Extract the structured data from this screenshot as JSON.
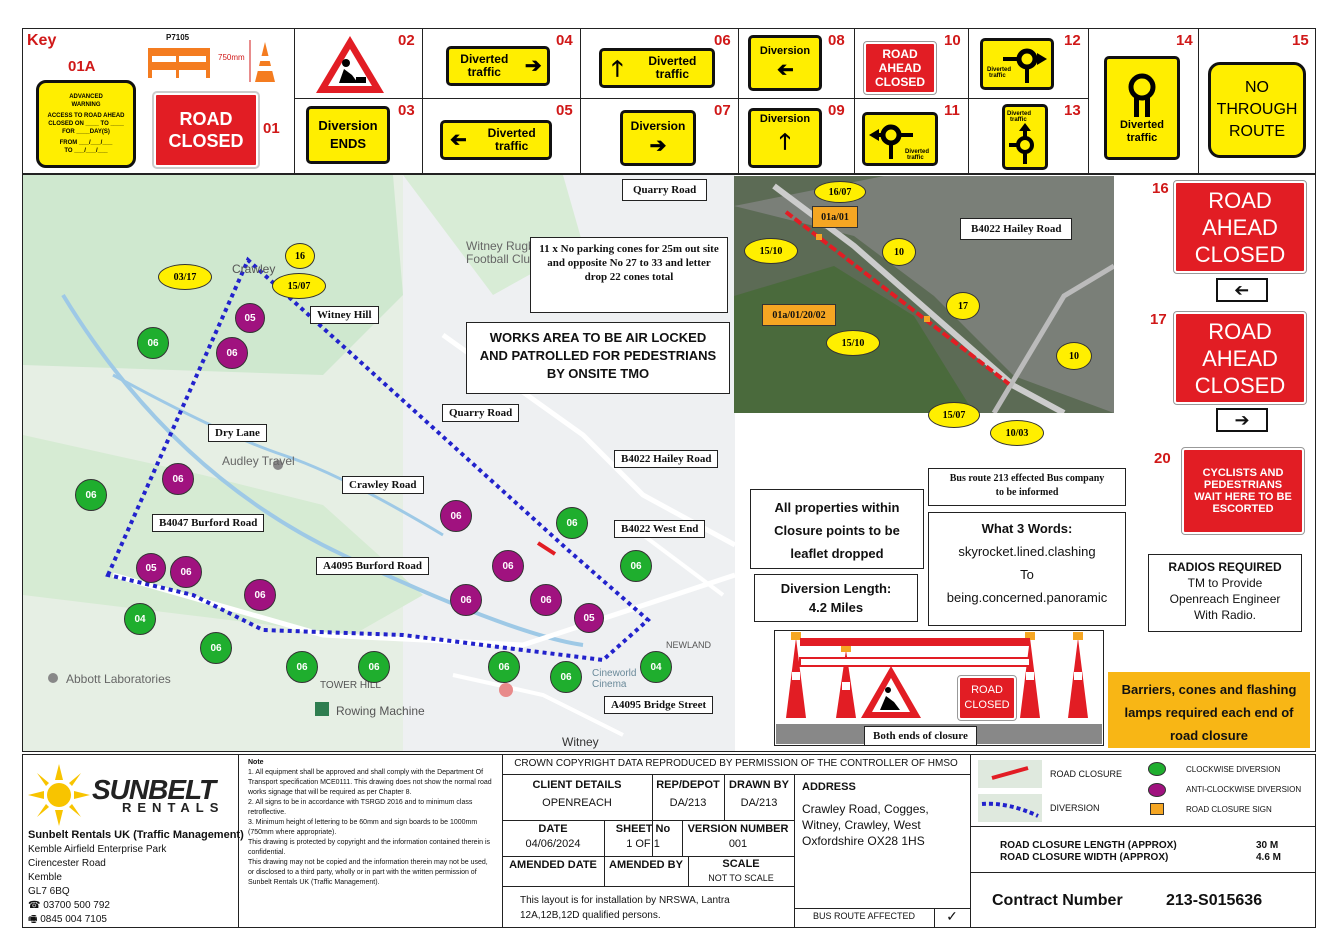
{
  "key": {
    "title": "Key",
    "n01a": "01A",
    "advance_sign": [
      "ADVANCED",
      "WARNING",
      "ACCESS TO ROAD AHEAD",
      "CLOSED ON ____ TO ____",
      "FOR ____DAY(S)",
      "FROM ___/___/___",
      "TO ___/___/___"
    ],
    "barrier_code": "P7105",
    "barrier_height": "750mm",
    "n01": "01",
    "road_closed": "ROAD CLOSED",
    "n02": "02",
    "n03": "03",
    "diversion_ends": "Diversion ENDS",
    "n04": "04",
    "n05": "05",
    "diverted_traffic": "Diverted traffic",
    "n06": "06",
    "n07": "07",
    "diversion": "Diversion",
    "n08": "08",
    "n09": "09",
    "n10": "10",
    "road_ahead_closed": "ROAD AHEAD CLOSED",
    "n11": "11",
    "n12": "12",
    "n13": "13",
    "n14": "14",
    "n15": "15",
    "no_through_route": "NO THROUGH ROUTE"
  },
  "map": {
    "labels": {
      "witney_hill": "Witney Hill",
      "dry_lane": "Dry Lane",
      "quarry_road": "Quarry Road",
      "crawley_road": "Crawley Road",
      "b4022_hailey": "B4022  Hailey Road",
      "b4022_west_end": "B4022  West End",
      "b4047": "B4047 Burford Road",
      "a4095_burford": "A4095 Burford Road",
      "a4095_bridge": "A4095 Bridge Street",
      "both_ends": "Both ends of closure"
    },
    "place_names": {
      "crawley": "Crawley",
      "rugby": "Witney Rugby Football Club",
      "audley": "Audley Travel",
      "abbott": "Abbott Laboratories",
      "tower_hill": "TOWER HILL",
      "rowing": "Rowing Machine",
      "witney": "Witney",
      "newland": "NEWLAND",
      "cinema": "Cineworld Cinema"
    },
    "cones_note": "11 x No parking cones for 25m out site and opposite No 27 to 33 and letter drop 22 cones total",
    "works_area": "WORKS AREA TO BE AIR LOCKED AND PATROLLED FOR PEDESTRIANS BY ONSITE TMO",
    "bubbles": {
      "b0317": "03/17",
      "b16": "16",
      "b1507": "15/07",
      "b05": "05",
      "b06": "06",
      "b04": "04"
    }
  },
  "inset": {
    "quarry": "Quarry Road",
    "hailey": "B4022  Hailey Road",
    "b1607": "16/07",
    "b01a01": "01a/01",
    "b1510": "15/10",
    "b10": "10",
    "b01a": "01a/01/20/02",
    "b17": "17",
    "b1510b": "15/10",
    "b10b": "10",
    "b1507": "15/07",
    "b1003": "10/03"
  },
  "right_signs": {
    "n16": "16",
    "n17": "17",
    "n20": "20",
    "rac": "ROAD AHEAD CLOSED",
    "cyclists": "CYCLISTS AND PEDESTRIANS WAIT HERE TO BE ESCORTED"
  },
  "info": {
    "properties": "All properties within Closure points to be leaflet dropped",
    "bus": "Bus route 213 effected Bus company to be informed",
    "w3w_title": "What 3 Words:",
    "w3w_from": "skyrocket.lined.clashing",
    "w3w_to_word": "To",
    "w3w_to": "being.concerned.panoramic",
    "div_length_label": "Diversion Length:",
    "div_length": "4.2 Miles",
    "radios_title": "RADIOS REQUIRED",
    "radios_text": "TM to Provide Openreach Engineer With Radio.",
    "barriers": "Barriers, cones and flashing lamps required each end of road closure"
  },
  "footer": {
    "company": "Sunbelt Rentals UK (Traffic Management)",
    "address": [
      "Kemble Airfield Enterprise Park",
      "Cirencester Road",
      "Kemble",
      "GL7 6BQ"
    ],
    "phone": "☎ 03700 500 792",
    "fax": "🖷 0845 004 7105",
    "logo_top": "SUNBELT",
    "logo_bottom": "RENTALS",
    "note_title": "Note",
    "notes": [
      "1. All equipment shall be approved and shall comply with the Department Of Transport specification MCE0111. This drawing does not show the normal road works signage that will be required as per Chapter 8.",
      "2. All signs to be in accordance with TSRGD 2016 and to minimum class retroflective.",
      "3. Minimum height of lettering to be 60mm and sign boards to be 1000mm (750mm where appropriate).",
      "This drawing is protected by copyright and the information contained therein is confidential.",
      "This drawing may not be copied and the information therein may not be used, or disclosed to a third party, wholly or in part with the written permission of Sunbelt Rentals UK (Traffic Management)."
    ],
    "crown": "CROWN COPYRIGHT DATA REPRODUCED BY PERMISSION OF THE CONTROLLER OF HMSO",
    "client_h": "CLIENT DETAILS",
    "client": "OPENREACH",
    "rep_h": "REP/DEPOT",
    "rep": "DA/213",
    "drawn_h": "DRAWN BY",
    "drawn": "DA/213",
    "date_h": "DATE",
    "date": "04/06/2024",
    "sheet_h": "SHEET No",
    "sheet": "1 OF 1",
    "version_h": "VERSION NUMBER",
    "version": "001",
    "amended_date_h": "AMENDED DATE",
    "amended_by_h": "AMENDED BY",
    "scale_h": "SCALE",
    "scale": "NOT TO SCALE",
    "install": "This layout is for installation by NRSWA, Lantra 12A,12B,12D qualified persons.",
    "address_h": "ADDRESS",
    "site_address": "Crawley Road, Cogges, Witney, Crawley, West Oxfordshire OX28 1HS",
    "bus_route": "BUS ROUTE AFFECTED",
    "tick": "✓",
    "legend_closure": "ROAD CLOSURE",
    "legend_diversion": "DIVERSION",
    "legend_cw": "CLOCKWISE DIVERSION",
    "legend_acw": "ANTI-CLOCKWISE DIVERSION",
    "legend_sign": "ROAD CLOSURE SIGN",
    "len_label": "ROAD CLOSURE LENGTH (APPROX)",
    "len": "30 M",
    "wid_label": "ROAD CLOSURE WIDTH (APPROX)",
    "wid": "4.6 M",
    "contract_label": "Contract Number",
    "contract": "213-S015636"
  },
  "colors": {
    "green": "#1fae2e",
    "purple": "#a0127f",
    "red": "#e21d24",
    "yellow": "#ffee00",
    "route": "#2222cc"
  }
}
